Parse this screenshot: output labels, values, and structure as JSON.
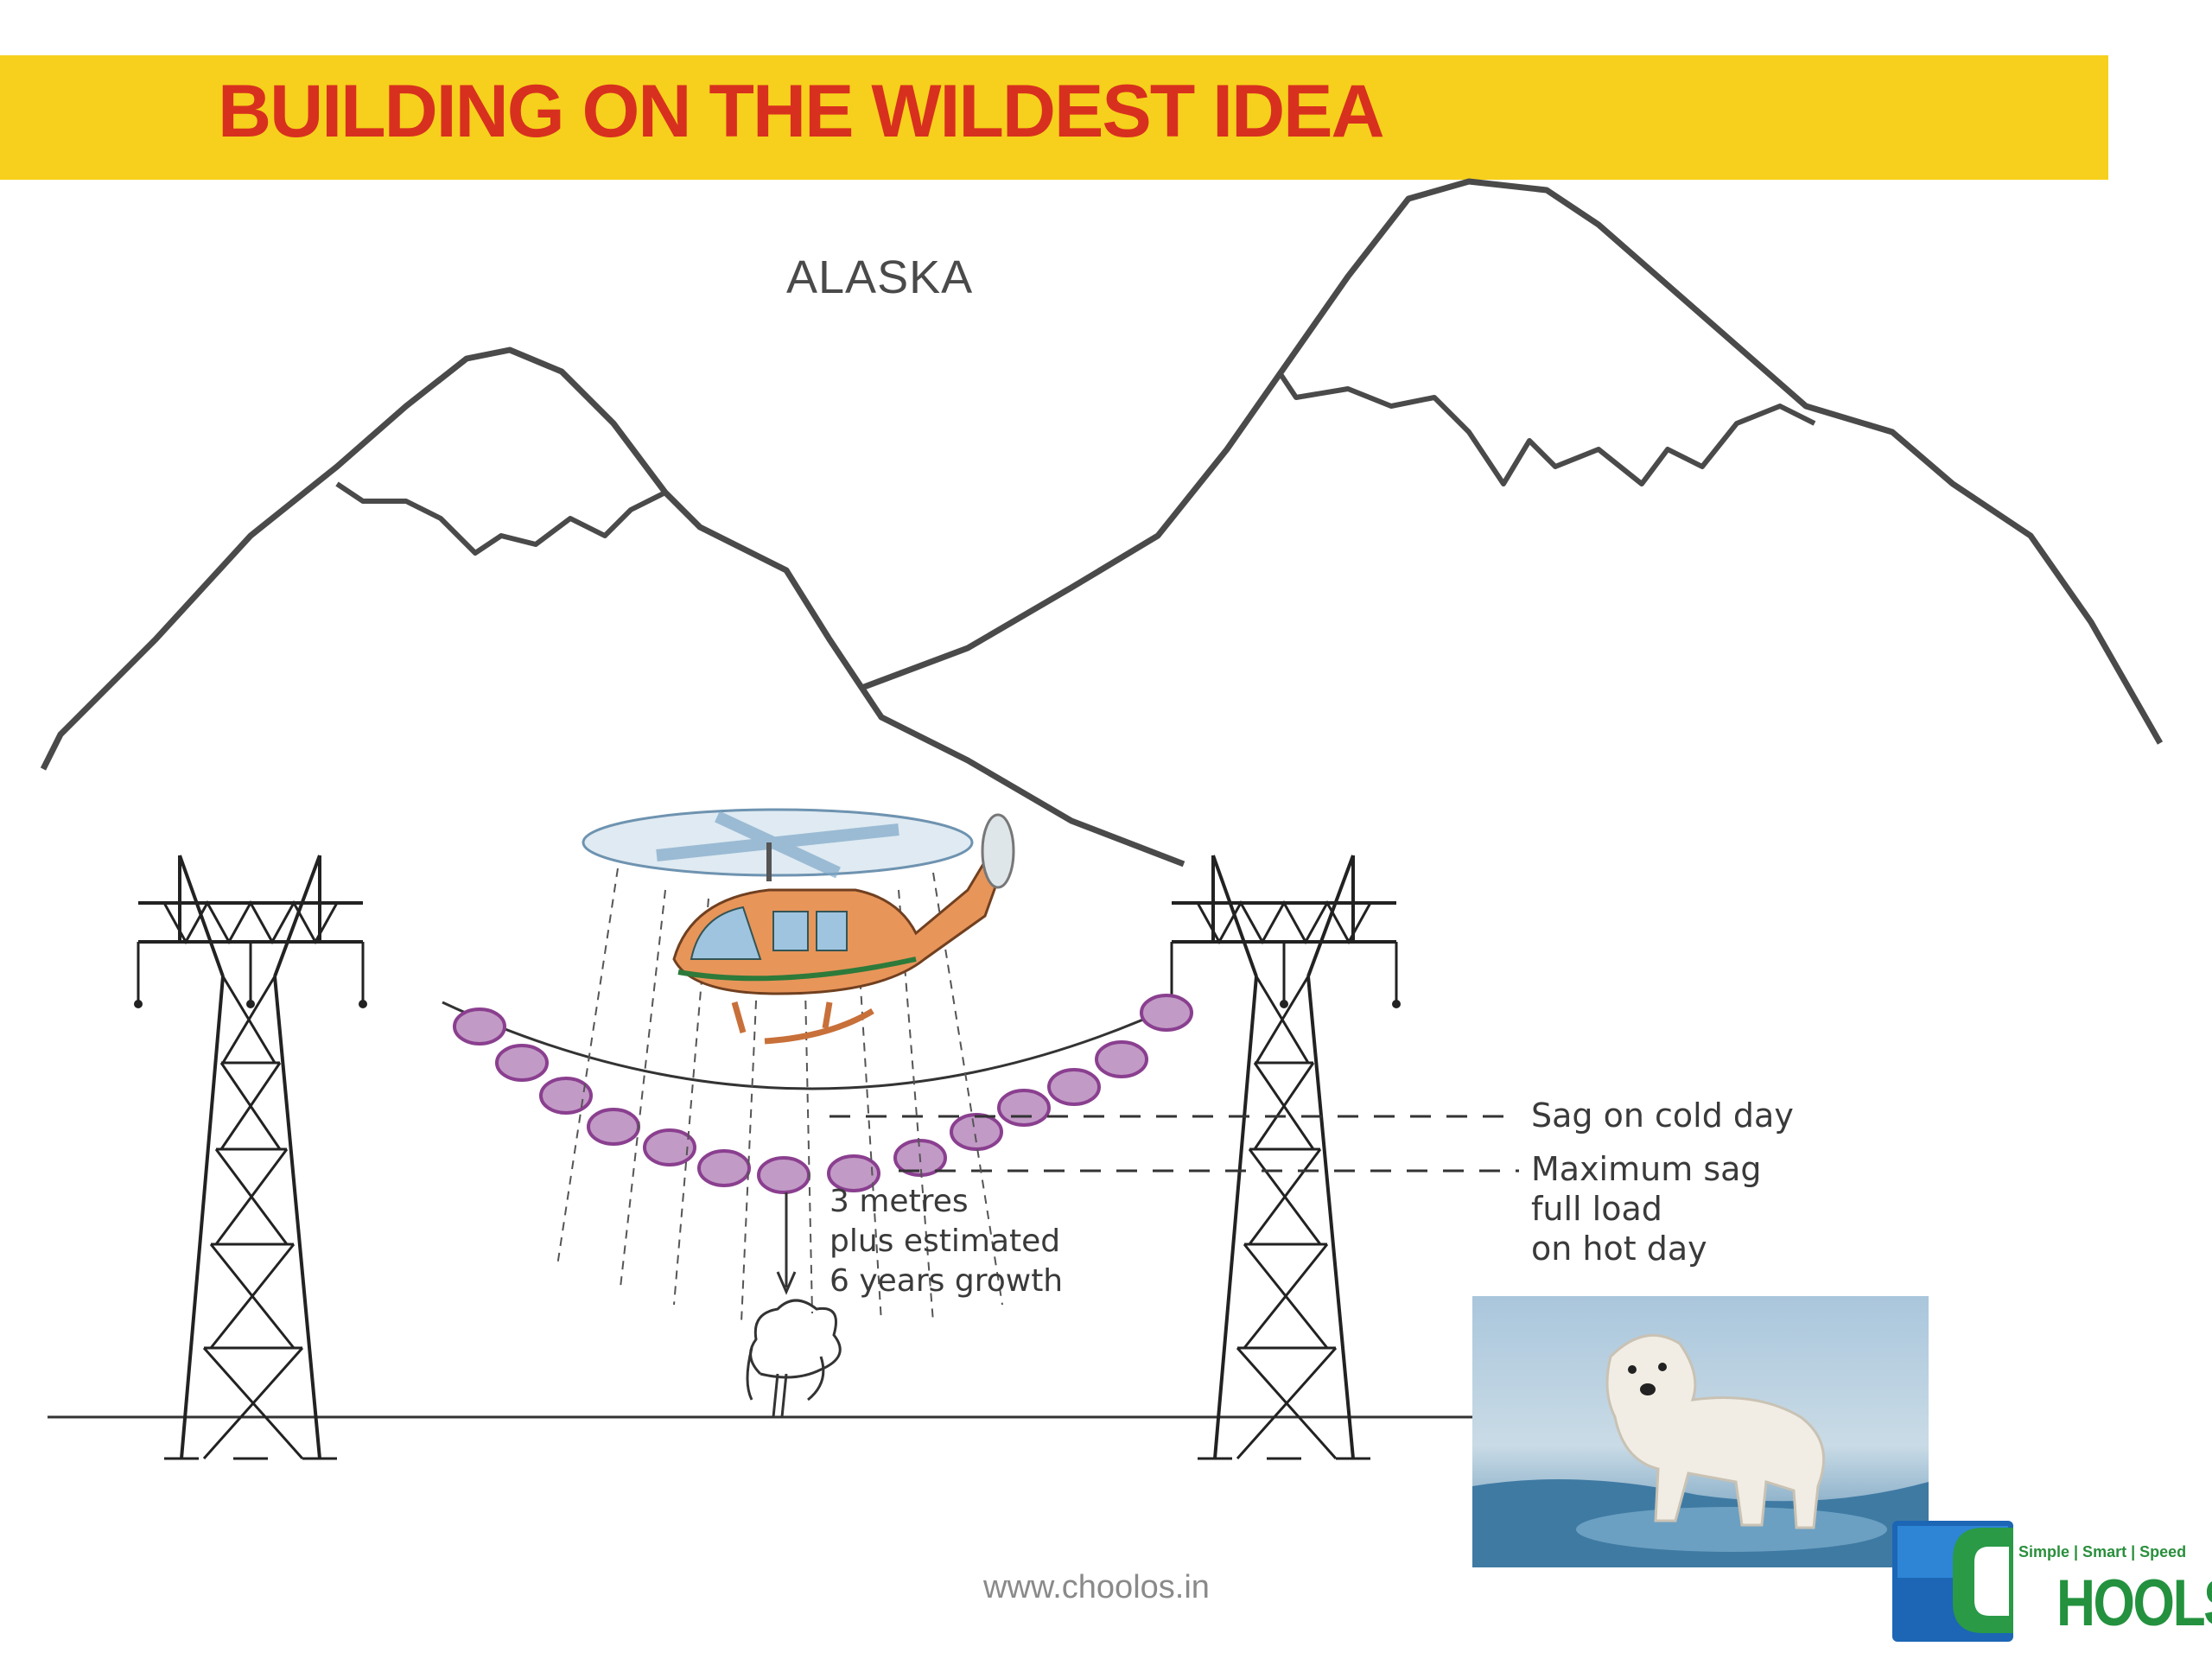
{
  "title": "BUILDING ON THE WILDEST IDEA",
  "region_label": "ALASKA",
  "labels": {
    "sag_cold": "Sag on cold day",
    "sag_hot": "Maximum sag\nfull load\non hot day",
    "clearance": "3 metres\nplus estimated\n6 years growth"
  },
  "footer": {
    "website": "www.choolos.in"
  },
  "logo": {
    "tagline": "Simple | Smart | Speed",
    "wordmark": "HOOLS"
  },
  "icons": [
    "mountain-icon",
    "transmission-tower-icon",
    "helicopter-icon",
    "tree-icon",
    "polar-bear-icon"
  ],
  "colors": {
    "banner": "#f6d01c",
    "title": "#d8301f",
    "insulator": "#b88ab8",
    "logo_blue": "#1c66b5",
    "logo_green": "#23913e"
  }
}
